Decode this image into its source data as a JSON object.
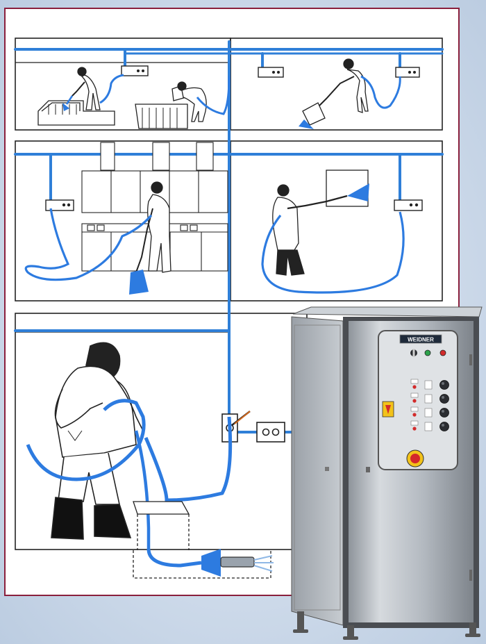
{
  "colors": {
    "background": "#c9d7e8",
    "frame": "#8a1f3c",
    "pipe": "#2f7fd8",
    "hose": "#2d7be0",
    "outline": "#222222",
    "cabinet_steel": "#b9bfc6",
    "cabinet_trim": "#4a4d52",
    "panel": "#dfe2e5",
    "button_dark": "#2b2d31",
    "indicator_green": "#2ca24b",
    "indicator_red": "#d22b2b",
    "estop_red": "#d4262b",
    "estop_yellow": "#f2c21a"
  },
  "diagram": {
    "type": "pressure-washer-pipe-distribution-illustration",
    "rooms": [
      {
        "name": "room-top-left",
        "scenes": [
          "worker-cleaning-tray",
          "worker-cleaning-crates"
        ]
      },
      {
        "name": "room-top-right",
        "scenes": [
          "worker-cleaning-floor"
        ]
      },
      {
        "name": "room-middle-left",
        "scenes": [
          "worker-cleaning-under-machines"
        ]
      },
      {
        "name": "room-middle-right",
        "scenes": [
          "worker-spraying-wall"
        ]
      },
      {
        "name": "room-bottom",
        "scenes": [
          "worker-with-hose-closeup",
          "drain-pit",
          "spray-lance-nozzle"
        ]
      }
    ],
    "wall_outlet_count": 6,
    "icons": [
      "wall-outlet-icon",
      "ball-valve-icon",
      "coupling-box-icon",
      "nozzle-icon"
    ]
  },
  "unit": {
    "brand": "WEIDNER",
    "control_rows": 4,
    "has_emergency_stop": true,
    "has_main_switch": true
  }
}
